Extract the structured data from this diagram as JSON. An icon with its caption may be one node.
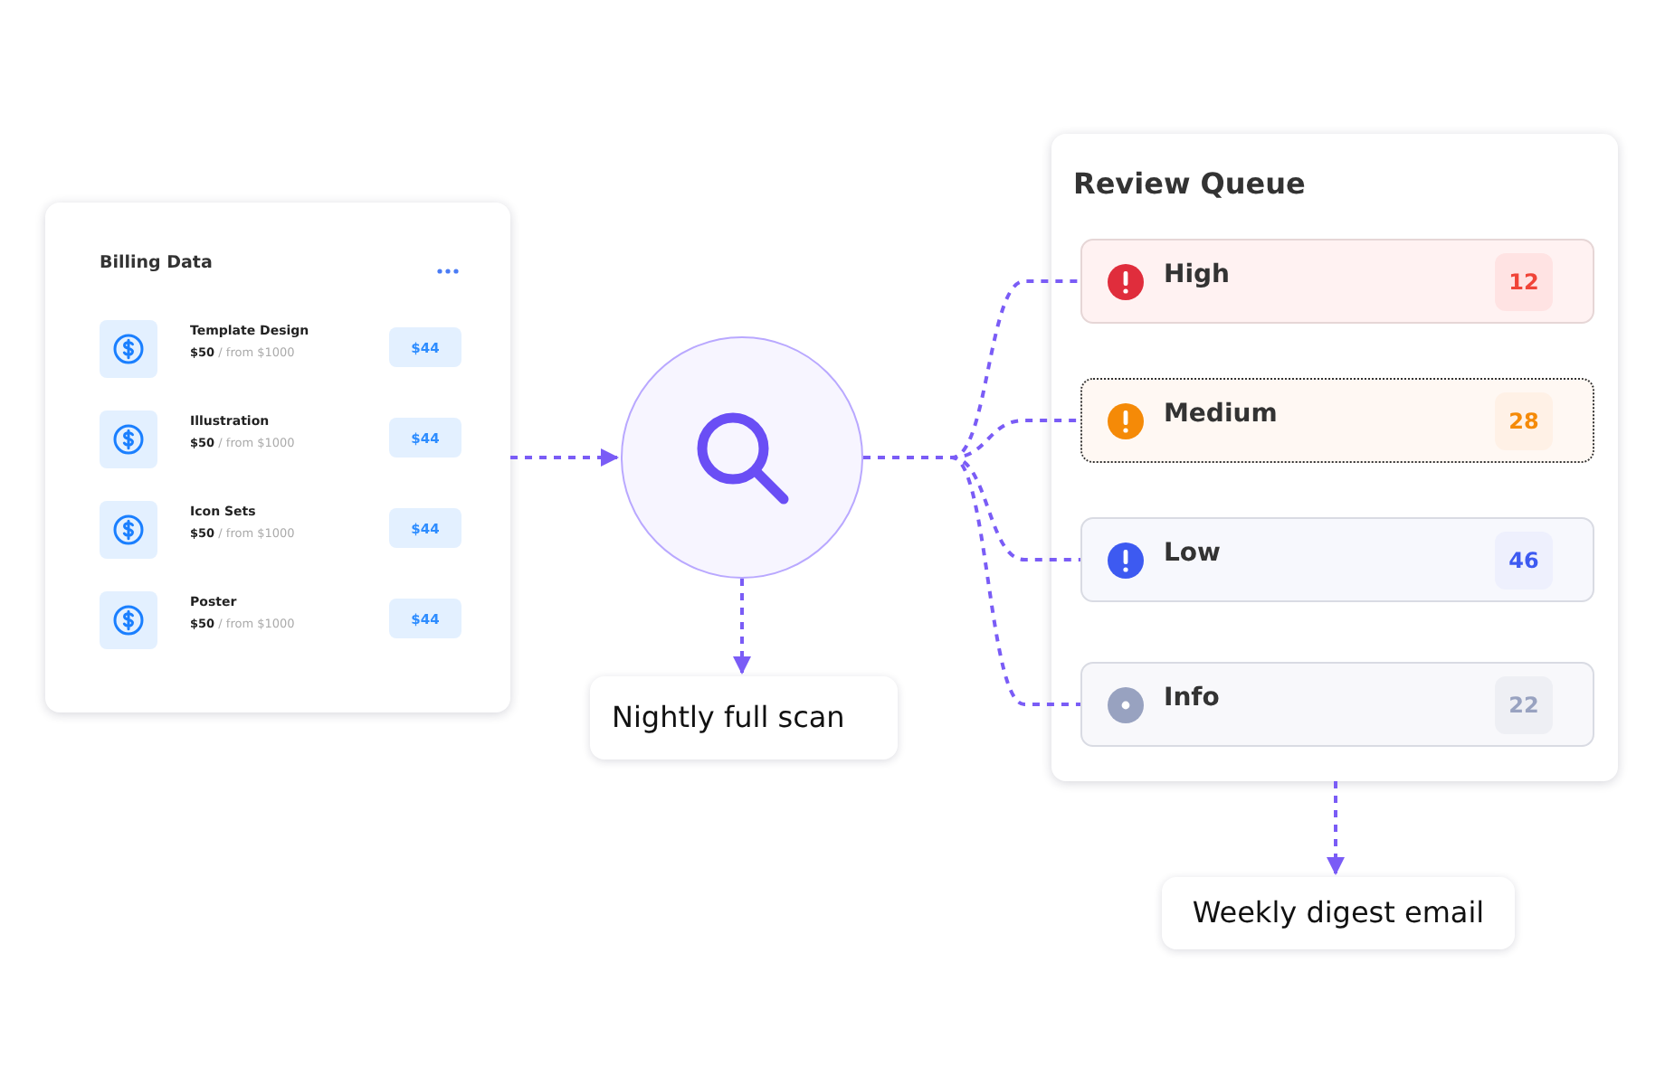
{
  "diagram": {
    "nodes": [
      {
        "text": [
          "Billing Data"
        ]
      },
      {
        "text": [],
        "shape": "circle"
      },
      {
        "text": [
          "Nightly full scan"
        ]
      },
      {
        "text": [
          "Review Queue"
        ]
      },
      {
        "text": [
          "High",
          "12"
        ],
        "in": 3
      },
      {
        "text": [
          "Medium",
          "28"
        ],
        "in": 3
      },
      {
        "text": [
          "Low",
          "46"
        ],
        "in": 3
      },
      {
        "text": [
          "Info",
          "22"
        ],
        "in": 3
      },
      {
        "text": [
          "Weekly digest email"
        ]
      }
    ],
    "edges": [
      {
        "from": 0,
        "to": 1,
        "arrow": "to"
      },
      {
        "from": 1,
        "to": 2,
        "arrow": "to"
      },
      {
        "from": 1,
        "to": 4,
        "arrow": "none"
      },
      {
        "from": 1,
        "to": 5,
        "arrow": "none"
      },
      {
        "from": 1,
        "to": 6,
        "arrow": "none"
      },
      {
        "from": 1,
        "to": 7,
        "arrow": "none"
      },
      {
        "from": 3,
        "to": 8,
        "arrow": "to"
      }
    ],
    "labels": [
      "Template Design",
      "**$50** / from $1000",
      "$44",
      "Illustration",
      "**$50** / from $1000",
      "$44",
      "Icon Sets",
      "**$50** / from $1000",
      "$44",
      "Poster",
      "**$50** / from $1000",
      "$44"
    ]
  }
}
